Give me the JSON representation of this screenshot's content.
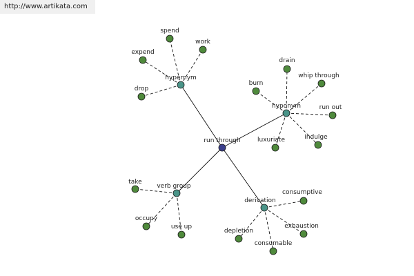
{
  "header": {
    "url": "http://www.artikata.com"
  },
  "graph": {
    "center": {
      "id": "center",
      "label": "run through",
      "color": "#3b3f8c"
    },
    "hubs": [
      {
        "id": "hypernym",
        "label": "hypernym",
        "color": "#4a9488"
      },
      {
        "id": "hyponym",
        "label": "hyponym",
        "color": "#4a9488"
      },
      {
        "id": "verb-group",
        "label": "verb group",
        "color": "#4a9488"
      },
      {
        "id": "derivation",
        "label": "derivation",
        "color": "#4a9488"
      }
    ],
    "leaves": [
      {
        "id": "spend",
        "label": "spend",
        "hub": "hypernym",
        "color": "#4f8a3c"
      },
      {
        "id": "work",
        "label": "work",
        "hub": "hypernym",
        "color": "#4f8a3c"
      },
      {
        "id": "expend",
        "label": "expend",
        "hub": "hypernym",
        "color": "#4f8a3c"
      },
      {
        "id": "drop",
        "label": "drop",
        "hub": "hypernym",
        "color": "#4f8a3c"
      },
      {
        "id": "drain",
        "label": "drain",
        "hub": "hyponym",
        "color": "#4f8a3c"
      },
      {
        "id": "burn",
        "label": "burn",
        "hub": "hyponym",
        "color": "#4f8a3c"
      },
      {
        "id": "whip-through",
        "label": "whip through",
        "hub": "hyponym",
        "color": "#4f8a3c"
      },
      {
        "id": "run-out",
        "label": "run out",
        "hub": "hyponym",
        "color": "#4f8a3c"
      },
      {
        "id": "indulge",
        "label": "indulge",
        "hub": "hyponym",
        "color": "#4f8a3c"
      },
      {
        "id": "luxuriate",
        "label": "luxuriate",
        "hub": "hyponym",
        "color": "#4f8a3c"
      },
      {
        "id": "take",
        "label": "take",
        "hub": "verb-group",
        "color": "#4f8a3c"
      },
      {
        "id": "occupy",
        "label": "occupy",
        "hub": "verb-group",
        "color": "#4f8a3c"
      },
      {
        "id": "use-up",
        "label": "use up",
        "hub": "verb-group",
        "color": "#4f8a3c"
      },
      {
        "id": "consumptive",
        "label": "consumptive",
        "hub": "derivation",
        "color": "#4f8a3c"
      },
      {
        "id": "depletion",
        "label": "depletion",
        "hub": "derivation",
        "color": "#4f8a3c"
      },
      {
        "id": "exhaustion",
        "label": "exhaustion",
        "hub": "derivation",
        "color": "#4f8a3c"
      },
      {
        "id": "consumable",
        "label": "consumable",
        "hub": "derivation",
        "color": "#4f8a3c"
      }
    ]
  }
}
